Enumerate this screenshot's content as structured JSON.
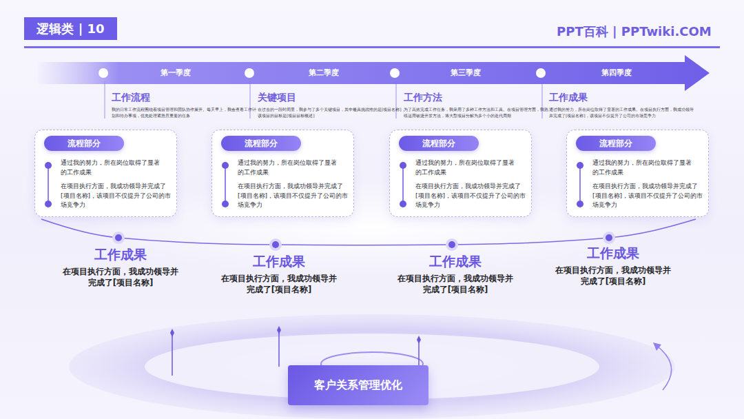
{
  "diagram": {
    "title": "逻辑类 | 10",
    "nodes": [
      {
        "text": [
          "第一季度",
          "第二季度",
          "第三季度",
          "第四季度"
        ]
      },
      {
        "text": [
          "通过我的努力，所在岗位取得了显著的工作成果",
          "在项目执行方面，我成功领导并完成了[项目名称]，该项目不仅提升了公司的市场竞争力"
        ]
      },
      {
        "text": [
          "流程部分"
        ],
        "in": 1
      },
      {
        "text": [
          "通过我的努力，所在岗位取得了显著的工作成果",
          "在项目执行方面，我成功领导并完成了[项目名称]，该项目不仅提升了公司的市场竞争力"
        ]
      },
      {
        "text": [
          "流程部分"
        ],
        "in": 3
      },
      {
        "text": [
          "通过我的努力，所在岗位取得了显著的工作成果",
          "在项目执行方面，我成功领导并完成了[项目名称]，该项目不仅提升了公司的市场竞争力"
        ]
      },
      {
        "text": [
          "流程部分"
        ],
        "in": 5
      },
      {
        "text": [
          "通过我的努力，所在岗位取得了显著的工作成果",
          "在项目执行方面，我成功领导并完成了[项目名称]，该项目不仅提升了公司的市场竞争力"
        ]
      },
      {
        "text": [
          "流程部分"
        ],
        "in": 7
      },
      {
        "text": [
          "客户关系管理优化"
        ]
      }
    ],
    "labels": [
      "PPT百科 | PPTwiki.COM",
      "工作流程",
      "我的日常工作流程围绕着项目管理和团队协作展开。每天早上，我会查看工作计划和待办事项，优先处理紧急且重要的任务",
      "关键项目",
      "在过去的一段时间里，我参与了多个关键项目，其中最具挑战性的是[项目名称]，该项目的目标是[项目目标概述]",
      "工作方法",
      "为了高效完成工作任务，我采用了多种工作方法和工具。在项目管理方面，我熟练运用敏捷开发方法，将大型项目分解为多个小的迭代周期",
      "工作成果",
      "通过我的努力，所在岗位取得了显著的工作成果。在项目执行方面，我成功领导并完成了[项目名称]，该项目不仅提升了公司的市场竞争力",
      "工作成果",
      "在项目执行方面，我成功领导并完成了[项目名称]",
      "工作成果",
      "在项目执行方面，我成功领导并完成了[项目名称]",
      "工作成果",
      "在项目执行方面，我成功领导并完成了[项目名称]",
      "工作成果",
      "在项目执行方面，我成功领导并完成了[项目名称]"
    ]
  }
}
